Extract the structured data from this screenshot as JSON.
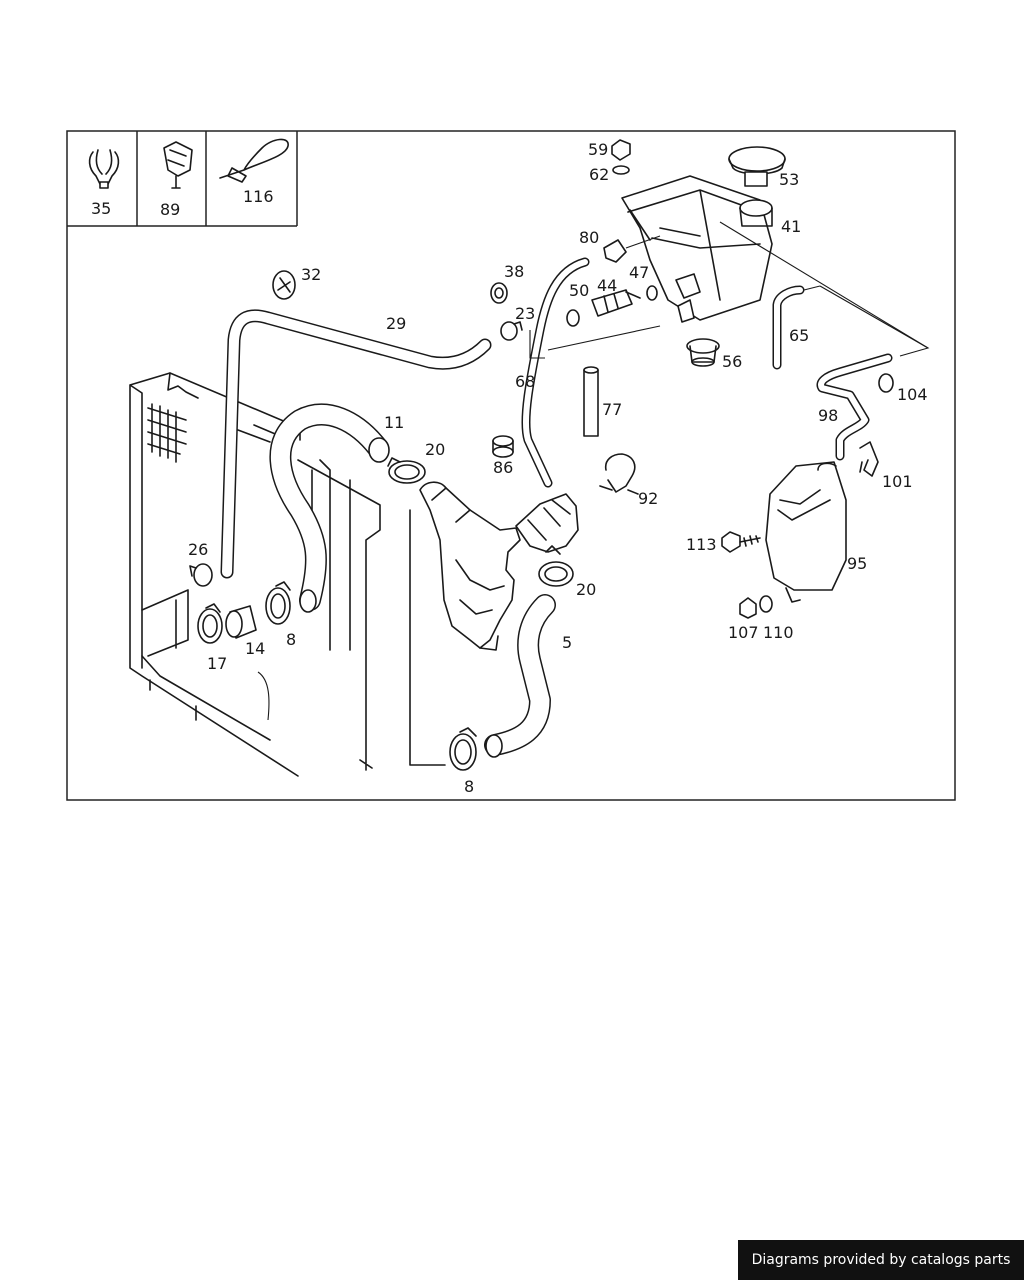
{
  "diagram": {
    "legend_parts": [
      "35",
      "89",
      "116"
    ],
    "callouts": {
      "p59": "59",
      "p62": "62",
      "p53": "53",
      "p41": "41",
      "p80": "80",
      "p32": "32",
      "p38": "38",
      "p50": "50",
      "p44": "44",
      "p47": "47",
      "p23": "23",
      "p29": "29",
      "p65": "65",
      "p56": "56",
      "p68": "68",
      "p104": "104",
      "p77": "77",
      "p98": "98",
      "p11": "11",
      "p20a": "20",
      "p86": "86",
      "p92": "92",
      "p101": "101",
      "p26": "26",
      "p113": "113",
      "p95": "95",
      "p20b": "20",
      "p5": "5",
      "p17": "17",
      "p14": "14",
      "p8a": "8",
      "p107": "107",
      "p110": "110",
      "p8b": "8"
    }
  },
  "footer": {
    "credit": "Diagrams provided by catalogs parts"
  }
}
